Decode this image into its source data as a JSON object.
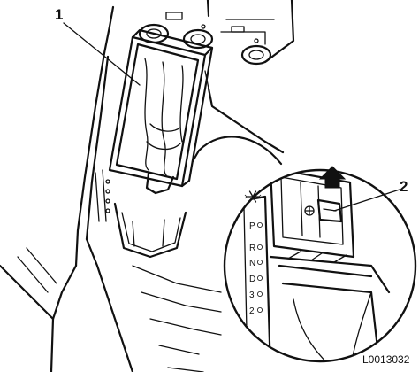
{
  "figure": {
    "callouts": [
      "1",
      "2"
    ],
    "gear_labels": [
      "P",
      "R",
      "N",
      "D",
      "3",
      "2"
    ],
    "reference_code": "L0013032",
    "icons": [
      "snowflake-icon",
      "arrow-up-icon"
    ]
  }
}
